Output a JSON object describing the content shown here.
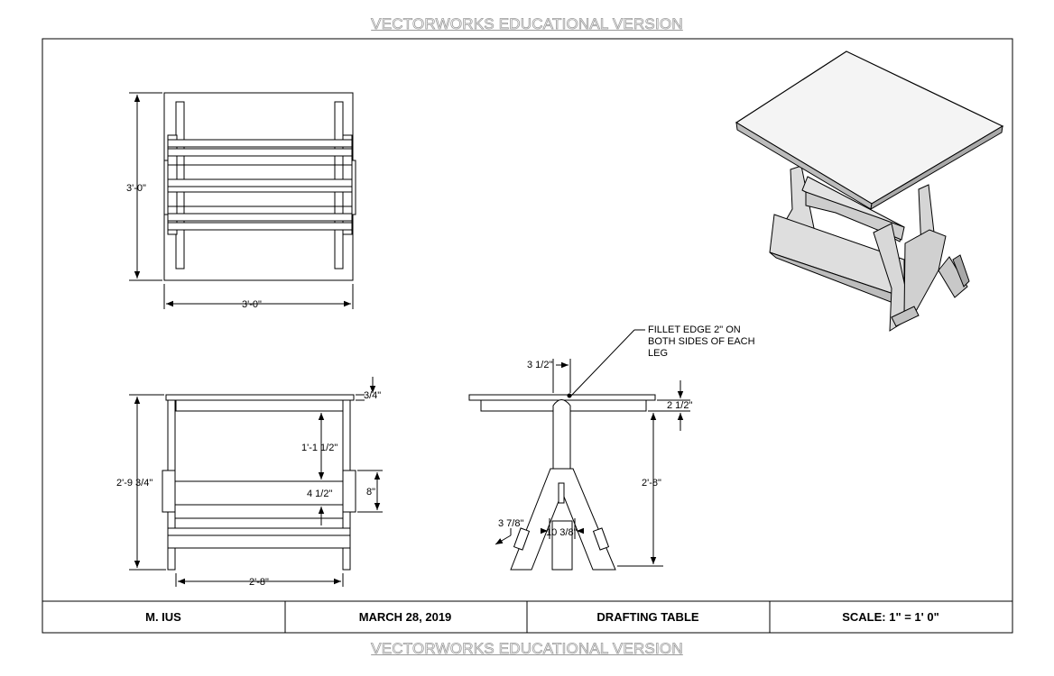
{
  "watermark": {
    "top": "VECTORWORKS EDUCATIONAL VERSION",
    "bottom": "VECTORWORKS EDUCATIONAL VERSION"
  },
  "plan_view": {
    "height_dim": "3'-0\"",
    "width_dim": "3'-0\""
  },
  "side_view": {
    "top_thickness": "3/4\"",
    "apron_drop": "1'-1 1/2\"",
    "overall_height": "2'-9 3/4\"",
    "rail_gap": "4 1/2\"",
    "foot_height": "8\"",
    "base_width": "2'-8\""
  },
  "front_view": {
    "note": [
      "FILLET EDGE 2\" ON",
      "BOTH SIDES OF EACH",
      "LEG"
    ],
    "post_width": "3 1/2\"",
    "apron_depth": "2 1/2\"",
    "height": "2'-8\"",
    "foot_dim": "3 7/8\"",
    "spread_dim": "10 3/8\""
  },
  "title_block": {
    "author": "M. IUS",
    "date": "MARCH 28, 2019",
    "title": "DRAFTING TABLE",
    "scale": "SCALE: 1\" = 1' 0\""
  }
}
